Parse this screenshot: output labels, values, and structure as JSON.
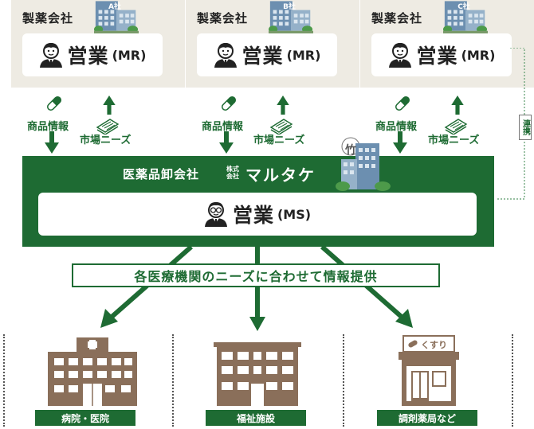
{
  "makers": [
    {
      "title": "製薬会社",
      "building": "A社",
      "rep": "営業",
      "rep_role": "(MR)"
    },
    {
      "title": "製薬会社",
      "building": "B社",
      "rep": "営業",
      "rep_role": "(MR)"
    },
    {
      "title": "製薬会社",
      "building": "C社",
      "rep": "営業",
      "rep_role": "(MR)"
    }
  ],
  "flows": {
    "down_label": "商品情報",
    "up_label": "市場ニーズ"
  },
  "link_label": "連携",
  "wholesaler": {
    "name": "医薬品卸会社",
    "kk_top": "株式",
    "kk_bottom": "会社",
    "brand": "マルタケ",
    "logo_char": "竹",
    "rep": "営業",
    "rep_role": "(MS)"
  },
  "banner": "各医療機関のニーズに合わせて情報提供",
  "destinations": [
    {
      "label": "病院・医院",
      "icon": "hospital-icon"
    },
    {
      "label": "福祉施設",
      "icon": "welfare-facility-icon"
    },
    {
      "label": "調剤薬局など",
      "icon": "pharmacy-icon",
      "sign": "くすり"
    }
  ],
  "colors": {
    "green": "#1e6b33",
    "beige": "#eeebe3",
    "building": "#8a6f5a"
  }
}
